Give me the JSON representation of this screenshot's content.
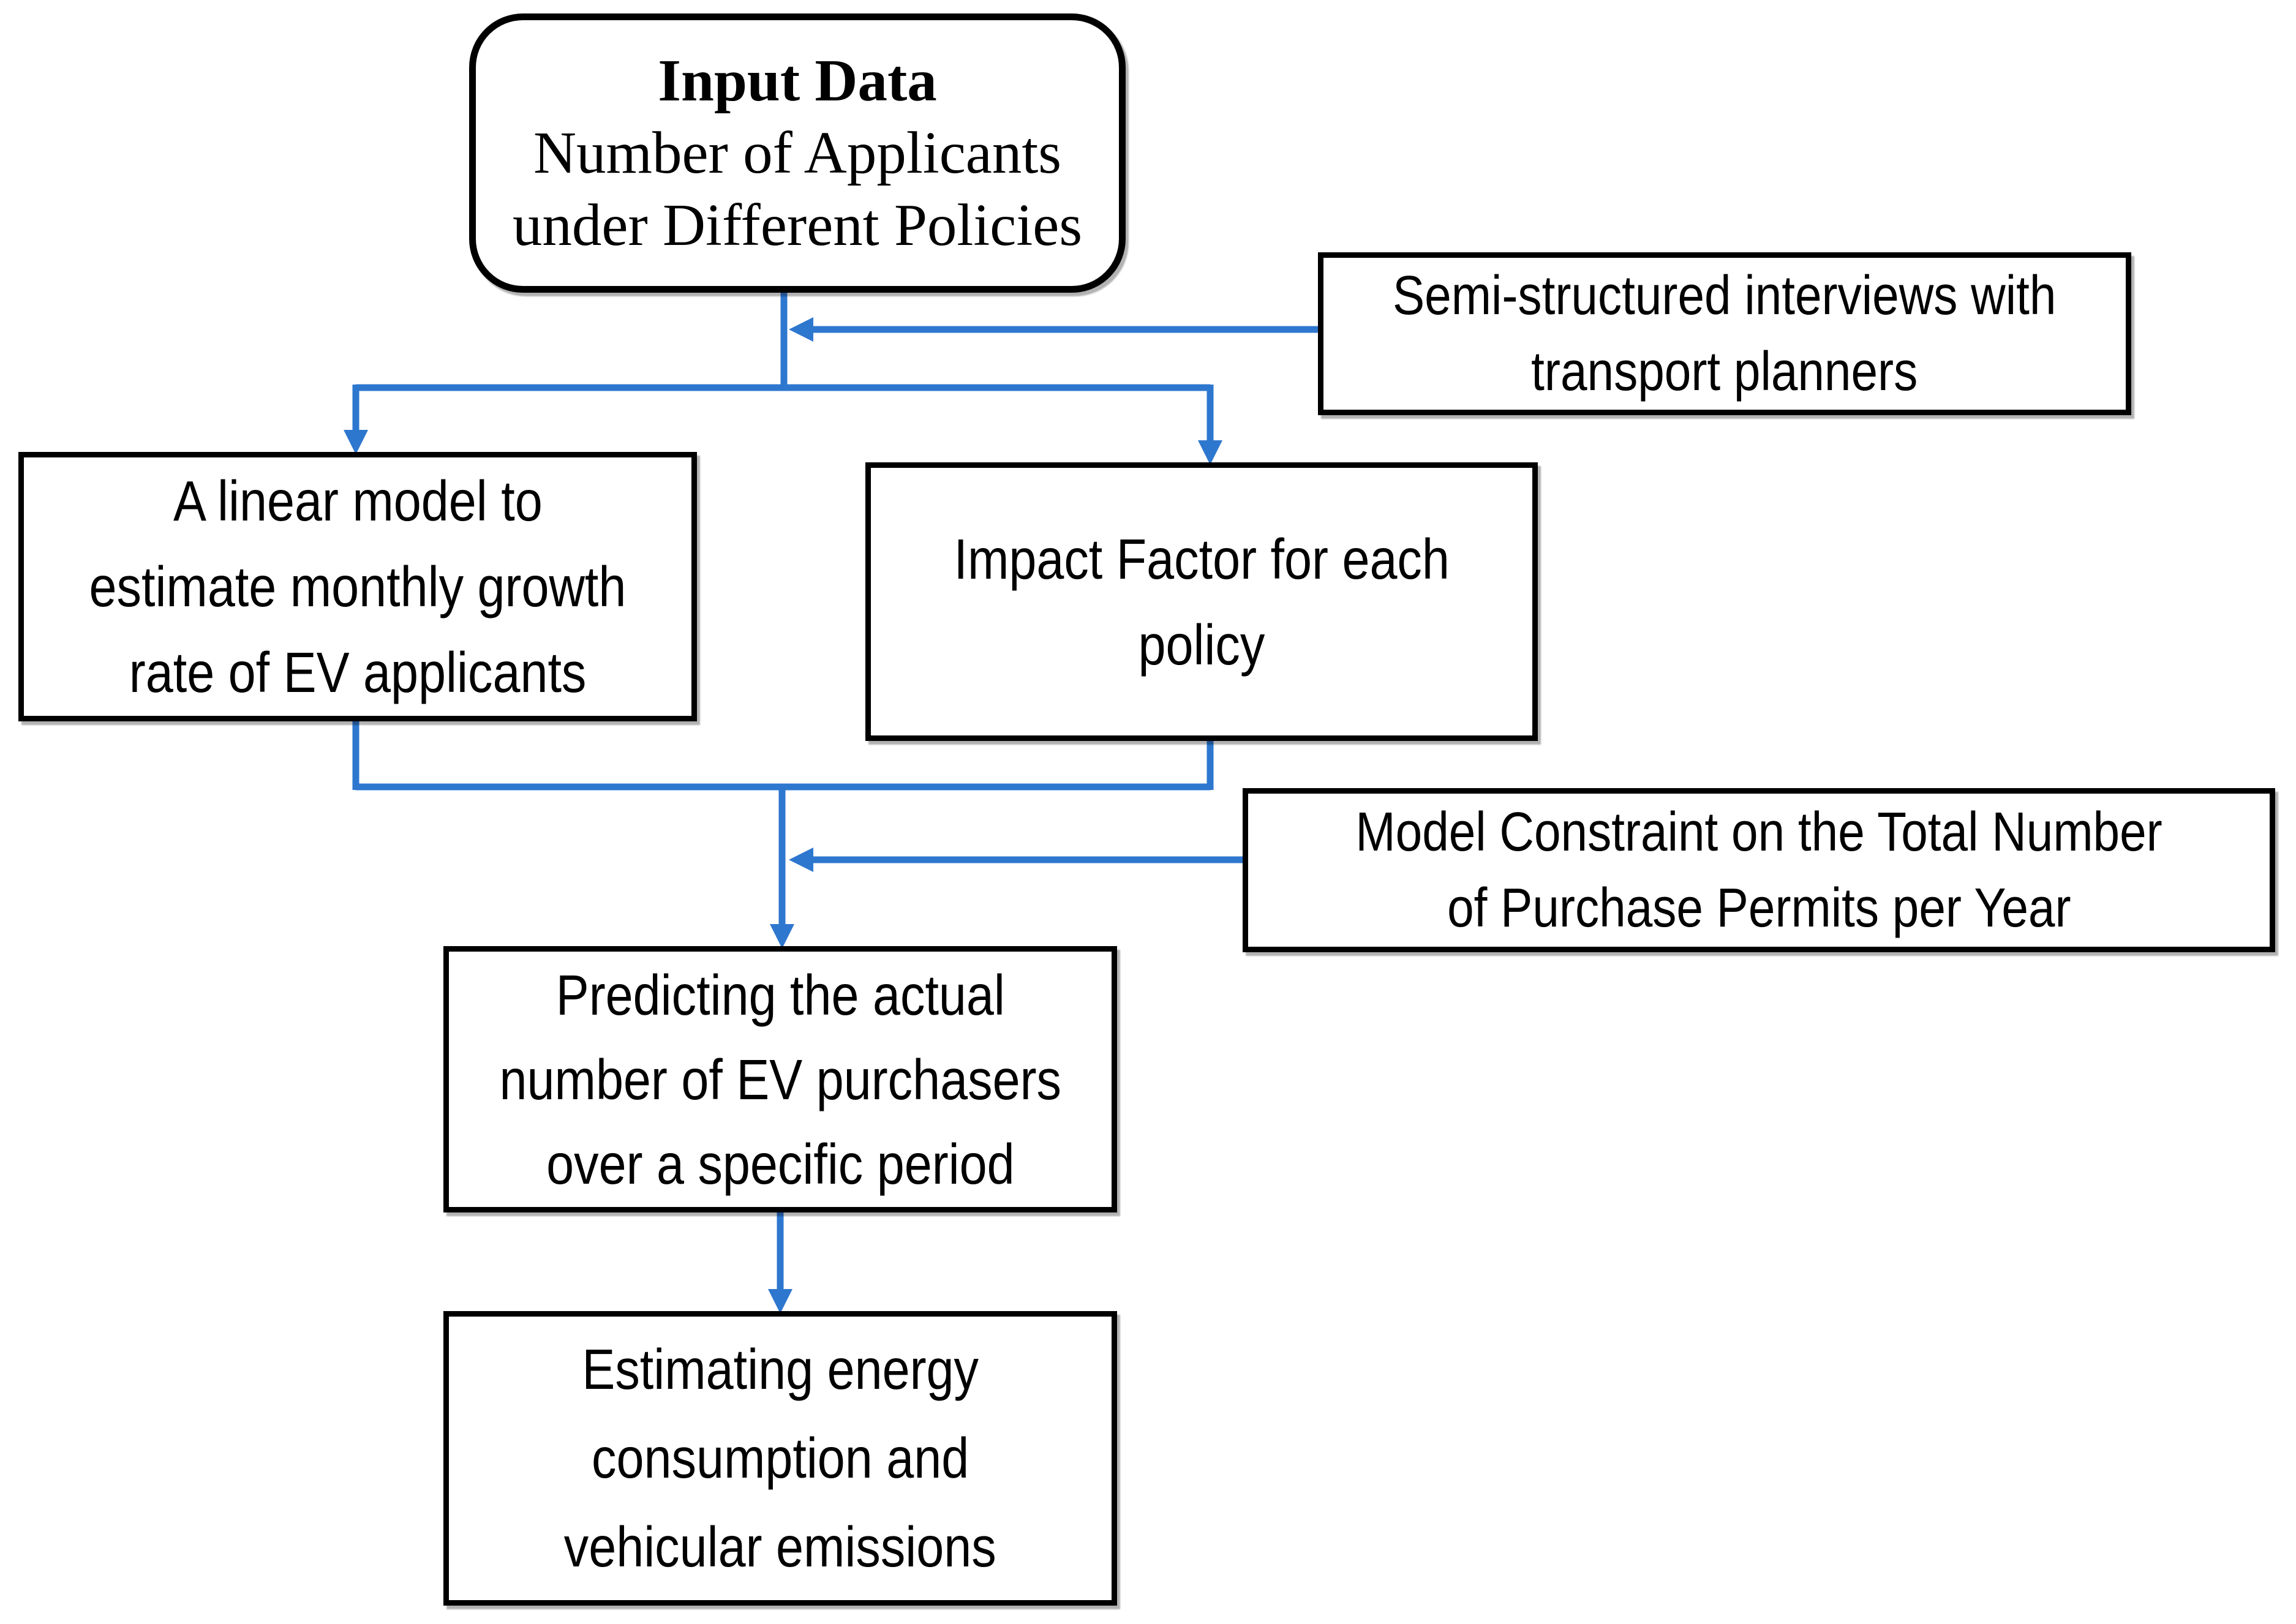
{
  "figure": {
    "type": "flowchart",
    "description": "EV purchase-policy modelling workflow diagram"
  },
  "colors": {
    "connector": "#2e77cf",
    "box_border": "#000000",
    "box_fill": "#ffffff",
    "text": "#000000",
    "background": "#ffffff"
  },
  "nodes": {
    "input_data": {
      "title": "Input Data",
      "lines": [
        "Number of Applicants",
        "under Different Policies"
      ]
    },
    "interviews": {
      "lines": [
        "Semi-structured interviews with",
        "transport planners"
      ]
    },
    "linear_model": {
      "lines": [
        "A linear model to",
        "estimate monthly growth",
        "rate of EV applicants"
      ]
    },
    "impact_factor": {
      "lines": [
        "Impact Factor for each",
        "policy"
      ]
    },
    "model_constraint": {
      "lines": [
        "Model Constraint on the Total Number",
        "of Purchase Permits per Year"
      ]
    },
    "predicting": {
      "lines": [
        "Predicting the actual",
        "number of EV purchasers",
        "over a specific period"
      ]
    },
    "estimating": {
      "lines": [
        "Estimating energy",
        "consumption and",
        "vehicular emissions"
      ]
    }
  },
  "edges": [
    {
      "from": "input_data",
      "to": "linear_model"
    },
    {
      "from": "input_data",
      "to": "impact_factor"
    },
    {
      "from": "interviews",
      "to": "flow_input_data_to_models"
    },
    {
      "from": "linear_model",
      "to": "predicting"
    },
    {
      "from": "impact_factor",
      "to": "predicting"
    },
    {
      "from": "model_constraint",
      "to": "flow_models_to_predicting"
    },
    {
      "from": "predicting",
      "to": "estimating"
    }
  ]
}
